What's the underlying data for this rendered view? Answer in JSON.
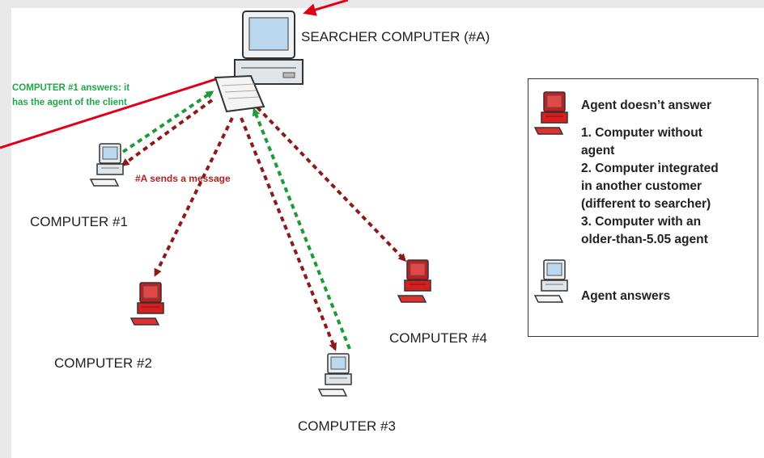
{
  "labels": {
    "searcher": "SEARCHER COMPUTER (#A)",
    "computer1": "COMPUTER #1",
    "computer2": "COMPUTER #2",
    "computer3": "COMPUTER #3",
    "computer4": "COMPUTER #4"
  },
  "notes": {
    "answer_line1": "COMPUTER #1 answers: it",
    "answer_line2": "has the agent of the client",
    "message": "#A sends a message"
  },
  "legend": {
    "doesnt_answer_title": "Agent doesn’t answer",
    "item1_line1": "1. Computer without",
    "item1_line2": "agent",
    "item2_line1": "2. Computer integrated",
    "item2_line2": "in another customer",
    "item2_line3": "(different to searcher)",
    "item3_line1": "3. Computer with an",
    "item3_line2": "older-than-5.05 agent",
    "answers_title": "Agent answers"
  },
  "colors": {
    "arrow_red": "#e0001a",
    "dashed_darkred": "#8b1a1a",
    "dashed_green": "#1e9a3a",
    "computer_red": "#d42020",
    "computer_blue": "#bcd8ee"
  }
}
